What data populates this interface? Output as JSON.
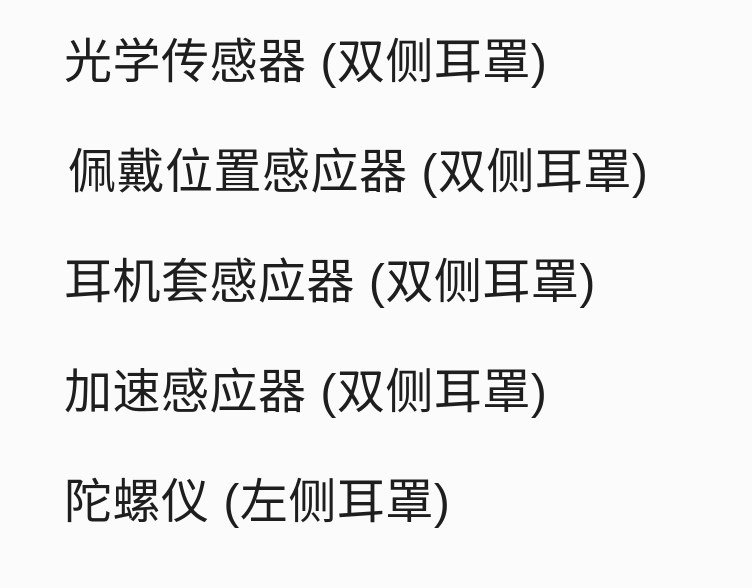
{
  "page": {
    "background_color": "#fbfbfc",
    "text_color": "#1e1e1e",
    "type": "product-specification-list",
    "language": "zh-CN"
  },
  "spec_list": {
    "items": [
      {
        "text": "光学传感器 (双侧耳罩)"
      },
      {
        "text": "佩戴位置感应器 (双侧耳罩)"
      },
      {
        "text": "耳机套感应器 (双侧耳罩)"
      },
      {
        "text": "加速感应器 (双侧耳罩)"
      },
      {
        "text": "陀螺仪 (左侧耳罩)"
      }
    ]
  }
}
